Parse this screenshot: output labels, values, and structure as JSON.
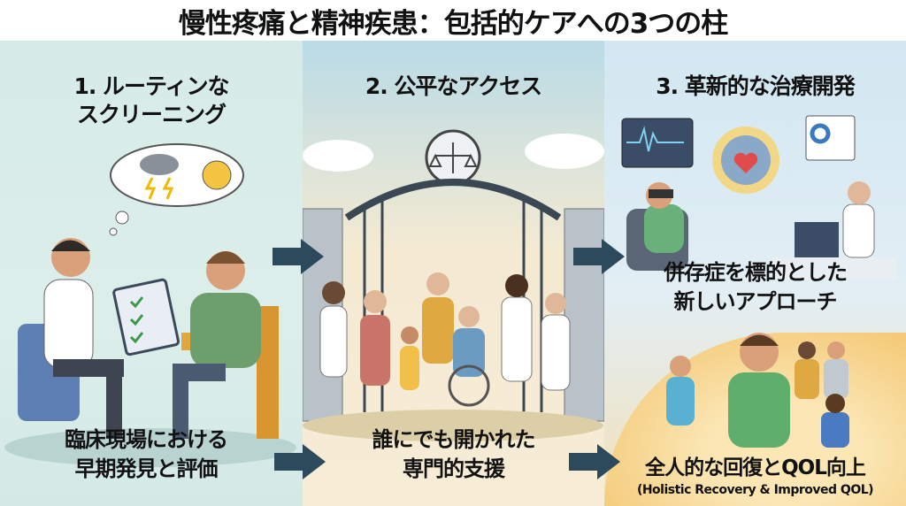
{
  "title": "慢性疼痛と精神疾患：包括的ケアへの3つの柱",
  "pillars": [
    {
      "heading_line1": "1. ルーティンな",
      "heading_line2": "スクリーニング",
      "caption_line1": "臨床現場における",
      "caption_line2": "早期発見と評価"
    },
    {
      "heading_line1": "2. 公平なアクセス",
      "caption_line1": "誰にでも開かれた",
      "caption_line2": "専門的支援"
    },
    {
      "heading_line1": "3. 革新的な治療開発",
      "caption_line1": "併存症を標的とした",
      "caption_line2": "新しいアプローチ",
      "outcome_line1": "全人的な回復とQOL向上",
      "outcome_line2": "(Holistic Recovery & Improved QOL)"
    }
  ],
  "colors": {
    "arrow": "#2d4a5c",
    "panel1": "#d6ebe8",
    "panel3_glow": "#f3c56e"
  }
}
